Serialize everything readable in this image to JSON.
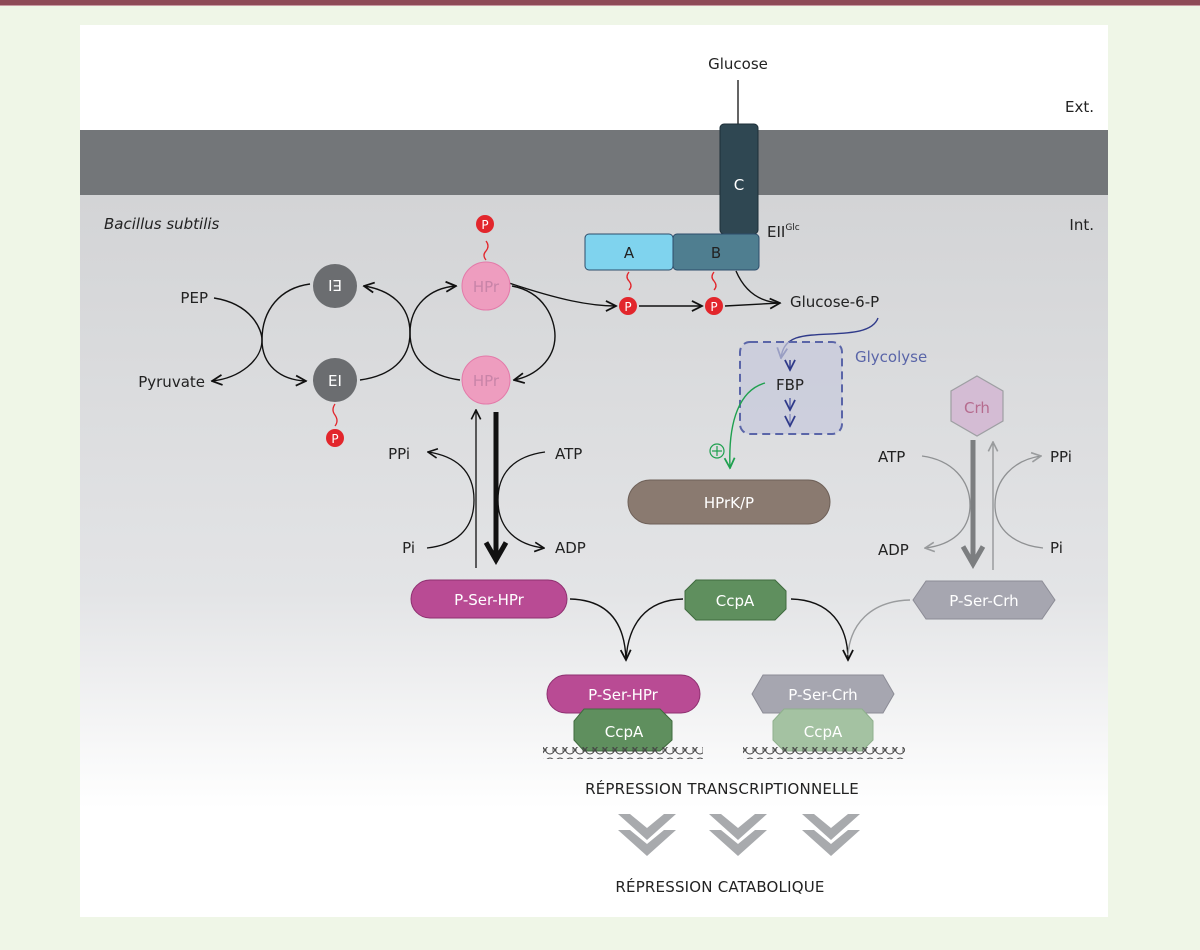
{
  "labels": {
    "glucose": "Glucose",
    "ext": "Ext.",
    "int": "Int.",
    "organism": "Bacillus subtilis",
    "eii": "EII",
    "eii_sup": "Glc",
    "domain_a": "A",
    "domain_b": "B",
    "domain_c": "C",
    "phospho": "P",
    "pep": "PEP",
    "pyruvate": "Pyruvate",
    "ei_top": "EI",
    "ei_bottom": "EI",
    "hpr_top": "HPr",
    "hpr_bottom": "HPr",
    "glucose6p": "Glucose-6-P",
    "glycolyse": "Glycolyse",
    "fbp": "FBP",
    "plus": "+",
    "hprk": "HPrK/P",
    "left_ppi": "PPi",
    "left_pi": "Pi",
    "left_atp": "ATP",
    "left_adp": "ADP",
    "right_atp": "ATP",
    "right_adp": "ADP",
    "right_ppi": "PPi",
    "right_pi": "Pi",
    "crh": "Crh",
    "p_ser_hpr": "P-Ser-HPr",
    "ccpa": "CcpA",
    "p_ser_crh": "P-Ser-Crh",
    "complex1_top": "P-Ser-HPr",
    "complex1_bottom": "CcpA",
    "complex2_top": "P-Ser-Crh",
    "complex2_bottom": "CcpA",
    "repression_transcriptionnelle": "RÉPRESSION TRANSCRIPTIONNELLE",
    "repression_catabolique": "RÉPRESSION CATABOLIQUE"
  },
  "colors": {
    "membrane": "#737679",
    "ei": "#6b6d70",
    "hpr": "#ee9dbf",
    "domain_a": "#7fd3ee",
    "domain_b": "#4f7e90",
    "domain_c": "#2f4752",
    "phospho": "#e2262c",
    "hprk": "#8a7a70",
    "p_ser_hpr": "#b94b94",
    "ccpa": "#5f8f5e",
    "p_ser_crh": "#a6a6b0",
    "crh": "#d4bcd4",
    "glycolyse": "#5a65a8",
    "fbp_activation": "#1fa04f",
    "chevrons": "#a8aaad"
  }
}
